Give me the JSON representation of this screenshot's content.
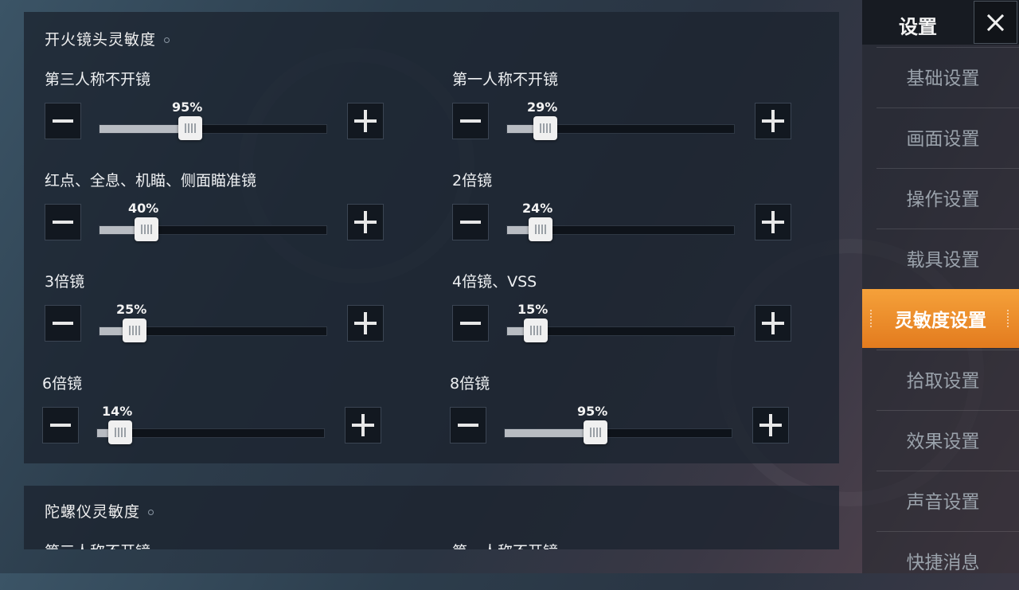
{
  "panel1": {
    "title": "开火镜头灵敏度"
  },
  "panel2": {
    "title": "陀螺仪灵敏度",
    "partial_left": "第三人称不开镜",
    "partial_right": "第一人称不开镜"
  },
  "settings": [
    {
      "label": "第三人称不开镜",
      "value": "95%",
      "level": 0.32
    },
    {
      "label": "第一人称不开镜",
      "value": "29%",
      "level": 0.09
    },
    {
      "label": "红点、全息、机瞄、侧面瞄准镜",
      "value": "40%",
      "level": 0.13
    },
    {
      "label": "2倍镜",
      "value": "24%",
      "level": 0.07
    },
    {
      "label": "3倍镜",
      "value": "25%",
      "level": 0.075
    },
    {
      "label": "4倍镜、VSS",
      "value": "15%",
      "level": 0.05
    },
    {
      "label": "6倍镜",
      "value": "14%",
      "level": 0.025
    },
    {
      "label": "8倍镜",
      "value": "95%",
      "level": 0.32
    }
  ],
  "sidebar": {
    "title": "设置",
    "items": [
      {
        "label": "基础设置"
      },
      {
        "label": "画面设置"
      },
      {
        "label": "操作设置"
      },
      {
        "label": "载具设置"
      },
      {
        "label": "灵敏度设置",
        "active": true
      },
      {
        "label": "拾取设置"
      },
      {
        "label": "效果设置"
      },
      {
        "label": "声音设置"
      },
      {
        "label": "快捷消息"
      }
    ]
  },
  "colors": {
    "accent": "#f08a28",
    "panel": "#1c2430"
  }
}
